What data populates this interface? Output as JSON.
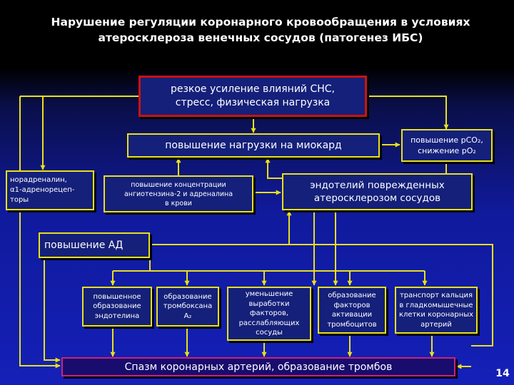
{
  "slide": {
    "title_line1": "Нарушение регуляции коронарного кровообращения в условиях",
    "title_line2": "атеросклероза венечных сосудов (патогенез ИБС)",
    "page_number": "14"
  },
  "boxes": {
    "sns_line1": "резкое усиление влияний СНС,",
    "sns_line2": "стресс, физическая нагрузка",
    "load": "повышение нагрузки на миокард",
    "pco2_line1": "повышение pCO₂,",
    "pco2_line2": "снижение pO₂",
    "noradr_line1": "норадреналин,",
    "noradr_line2": "α1-адренорецеп-",
    "noradr_line3": "торы",
    "angio_line1": "повышение концентрации",
    "angio_line2": "ангиотензина-2 и адреналина",
    "angio_line3": "в крови",
    "endo_line1": "эндотелий поврежденных",
    "endo_line2": "атеросклерозом сосудов",
    "ad": "повышение АД",
    "endothelin_line1": "повышенное",
    "endothelin_line2": "образование",
    "endothelin_line3": "эндотелина",
    "thrombox_line1": "образование",
    "thrombox_line2": "тромбоксана",
    "thrombox_line3": "A₂",
    "relax_line1": "уменьшение",
    "relax_line2": "выработки",
    "relax_line3": "факторов,",
    "relax_line4": "расслабляющих",
    "relax_line5": "сосуды",
    "platelet_line1": "образование",
    "platelet_line2": "факторов",
    "platelet_line3": "активации",
    "platelet_line4": "тромбоцитов",
    "calcium_line1": "транспорт кальция",
    "calcium_line2": "в гладкомышечные",
    "calcium_line3": "клетки коронарных",
    "calcium_line4": "артерий",
    "spasm": "Спазм коронарных артерий, образование тромбов"
  },
  "colors": {
    "background_top": "#000000",
    "background_bottom": "#1420b8",
    "box_fill": "#14207a",
    "border_red": "#cc1111",
    "border_yellow": "#e8e01a",
    "arrow": "#e8e01a",
    "text": "#ffffff"
  }
}
